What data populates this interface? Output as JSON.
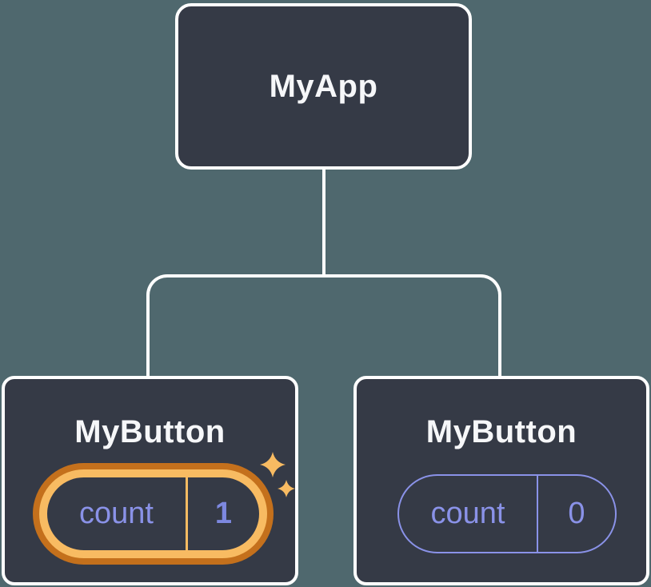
{
  "diagram": {
    "root": {
      "label": "MyApp"
    },
    "children": [
      {
        "label": "MyButton",
        "state_key": "count",
        "state_value": "1",
        "highlighted": true
      },
      {
        "label": "MyButton",
        "state_key": "count",
        "state_value": "0",
        "highlighted": false
      }
    ]
  },
  "colors": {
    "background": "#4F686E",
    "node_background": "#353A46",
    "node_border": "#FFFFFF",
    "title_text": "#F6F7F9",
    "state_text": "#8A92E8",
    "state_border": "#8A92E8",
    "state_value_highlight": "#7D88E0",
    "highlight_ring_outer": "#C4701C",
    "highlight_ring_inner": "#F8BB62",
    "sparkle": "#F8BB62"
  }
}
